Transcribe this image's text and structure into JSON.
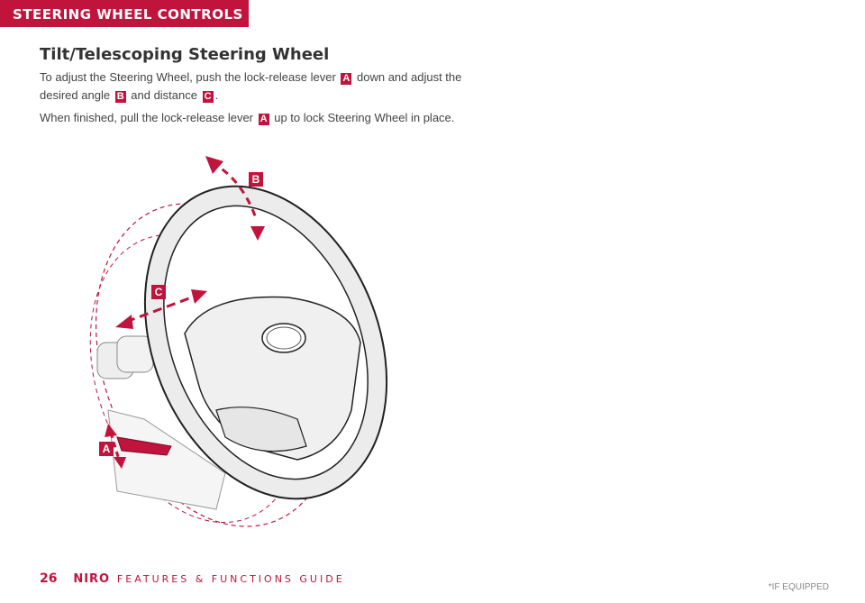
{
  "header": {
    "section": "STEERING WHEEL CONTROLS"
  },
  "title": "Tilt/Telescoping Steering Wheel",
  "paragraph1": {
    "text_a": "To adjust the Steering Wheel, push the lock-release lever",
    "badge_a": "A",
    "text_b": "down and adjust the desired angle",
    "badge_b": "B",
    "text_c": "and distance",
    "badge_c": "C",
    "text_d": "."
  },
  "paragraph2": {
    "text_a": "When finished, pull the lock-release lever",
    "badge_a": "A",
    "text_b": "up to lock Steering Wheel in place."
  },
  "diagram": {
    "label_a": "A",
    "label_b": "B",
    "label_c": "C",
    "accent_color": "#c0143c"
  },
  "footer": {
    "page_number": "26",
    "brand": "NIRO",
    "guide": "FEATURES & FUNCTIONS GUIDE",
    "equipped_note": "*IF EQUIPPED"
  }
}
